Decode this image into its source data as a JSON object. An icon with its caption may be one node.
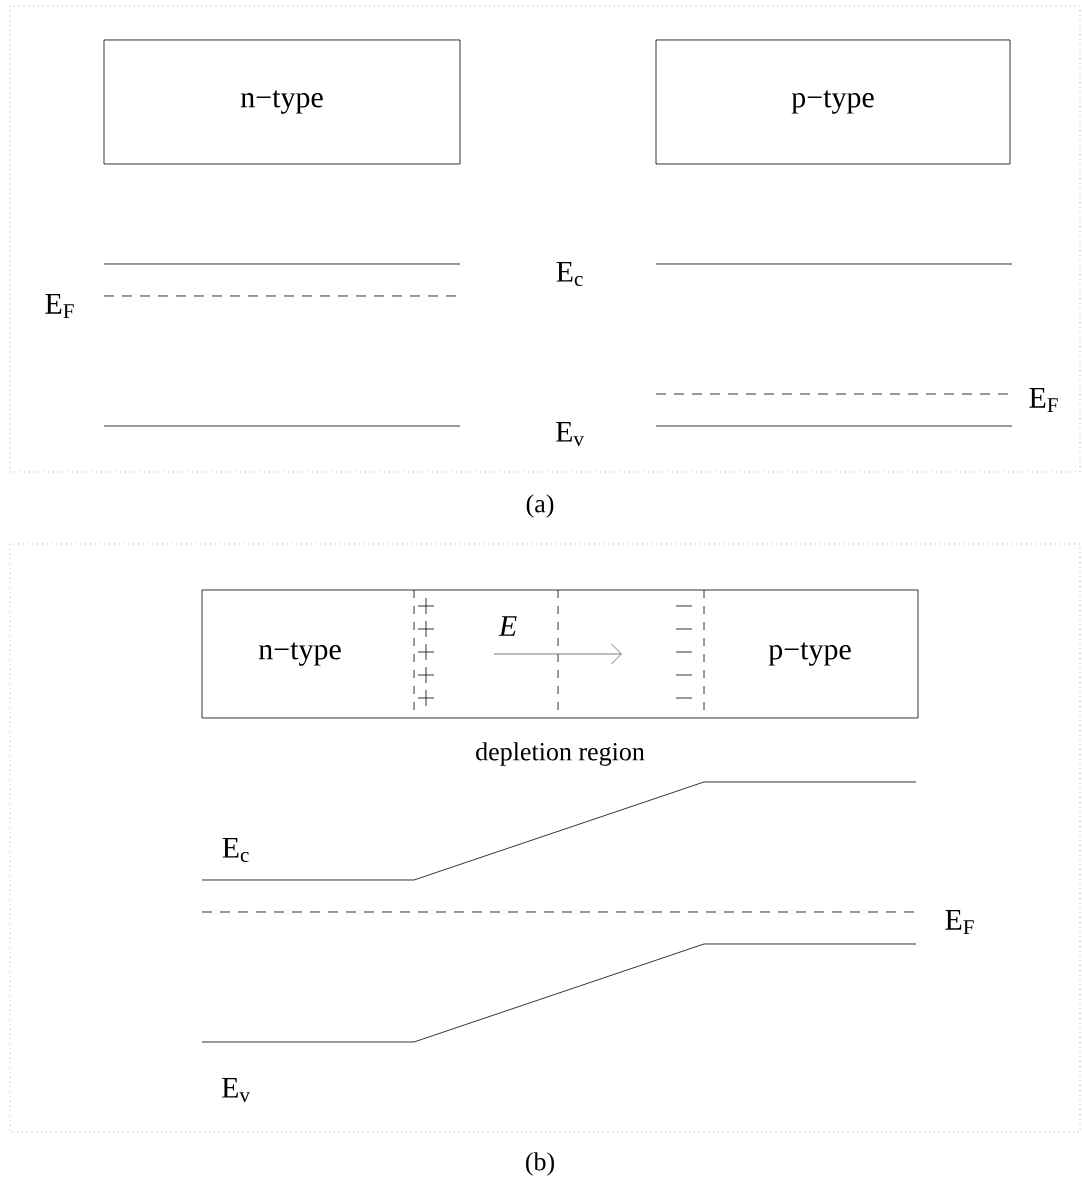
{
  "diagram": {
    "nodes": [
      {
        "text": [
          "n−type"
        ]
      },
      {
        "text": [
          "p−type"
        ]
      },
      {
        "text": [
          "n−type",
          "p−type"
        ],
        "beside": [
          "depletion region"
        ]
      }
    ],
    "labels": [
      "E$_{F}$",
      "E$_{c}$",
      "E$_{v}$",
      "E$_{F}$",
      "(a)",
      "E",
      "E$_{c}$",
      "E$_{F}$",
      "E$_{v}$",
      "(b)"
    ]
  }
}
